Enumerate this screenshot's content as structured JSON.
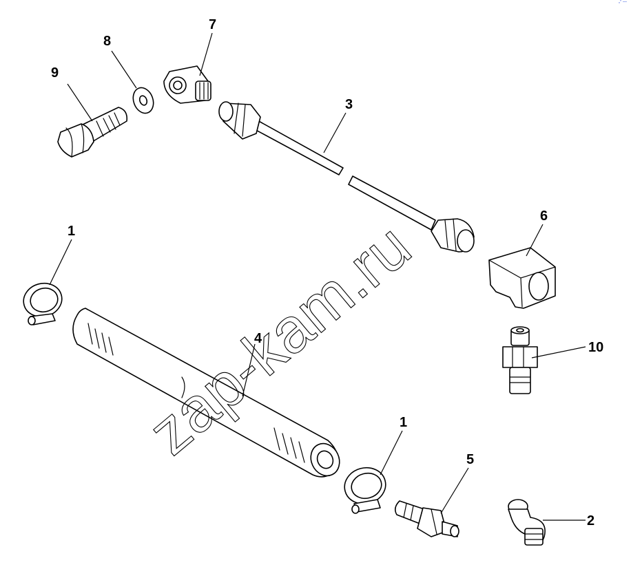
{
  "watermark": "zap-kam.ru",
  "corner_mark": "„° —",
  "callouts": {
    "c1a": "1",
    "c1b": "1",
    "c2": "2",
    "c3": "3",
    "c4": "4",
    "c5": "5",
    "c6": "6",
    "c7": "7",
    "c8": "8",
    "c9": "9",
    "c10": "10"
  }
}
